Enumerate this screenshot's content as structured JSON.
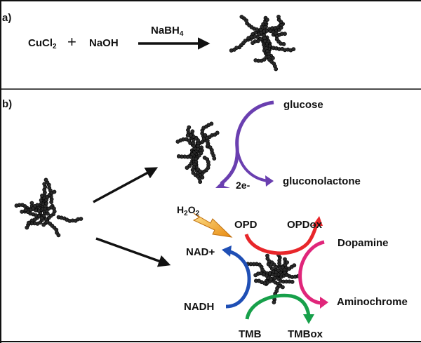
{
  "figure": {
    "panel_a": {
      "label": "a)",
      "reactant_1": {
        "base": "CuCl",
        "sub": "2"
      },
      "plus": "+",
      "reactant_2": "NaOH",
      "reagent": {
        "base": "NaBH",
        "sub": "4"
      },
      "product": "copper-nanocluster"
    },
    "panel_b": {
      "label": "b)",
      "oxidase_pathway": {
        "substrate": "glucose",
        "product": "gluconolactone",
        "electrons": "2e-",
        "arrow_color": "#6a3fb0"
      },
      "peroxidase_pathway": {
        "cofactor": {
          "base": "H",
          "sub1": "2",
          "mid": "O",
          "sub2": "2"
        },
        "cofactor_arrow_color": "#f0a020",
        "reactions": [
          {
            "substrate": "OPD",
            "product": "OPDox",
            "color": "#e8262a"
          },
          {
            "substrate": "Dopamine",
            "product": "Aminochrome",
            "color": "#e0267a"
          },
          {
            "substrate": "TMB",
            "product": "TMBox",
            "color": "#17a04a"
          },
          {
            "substrate": "NADH",
            "product": "NAD+",
            "color": "#1f4fb5"
          }
        ]
      }
    }
  }
}
